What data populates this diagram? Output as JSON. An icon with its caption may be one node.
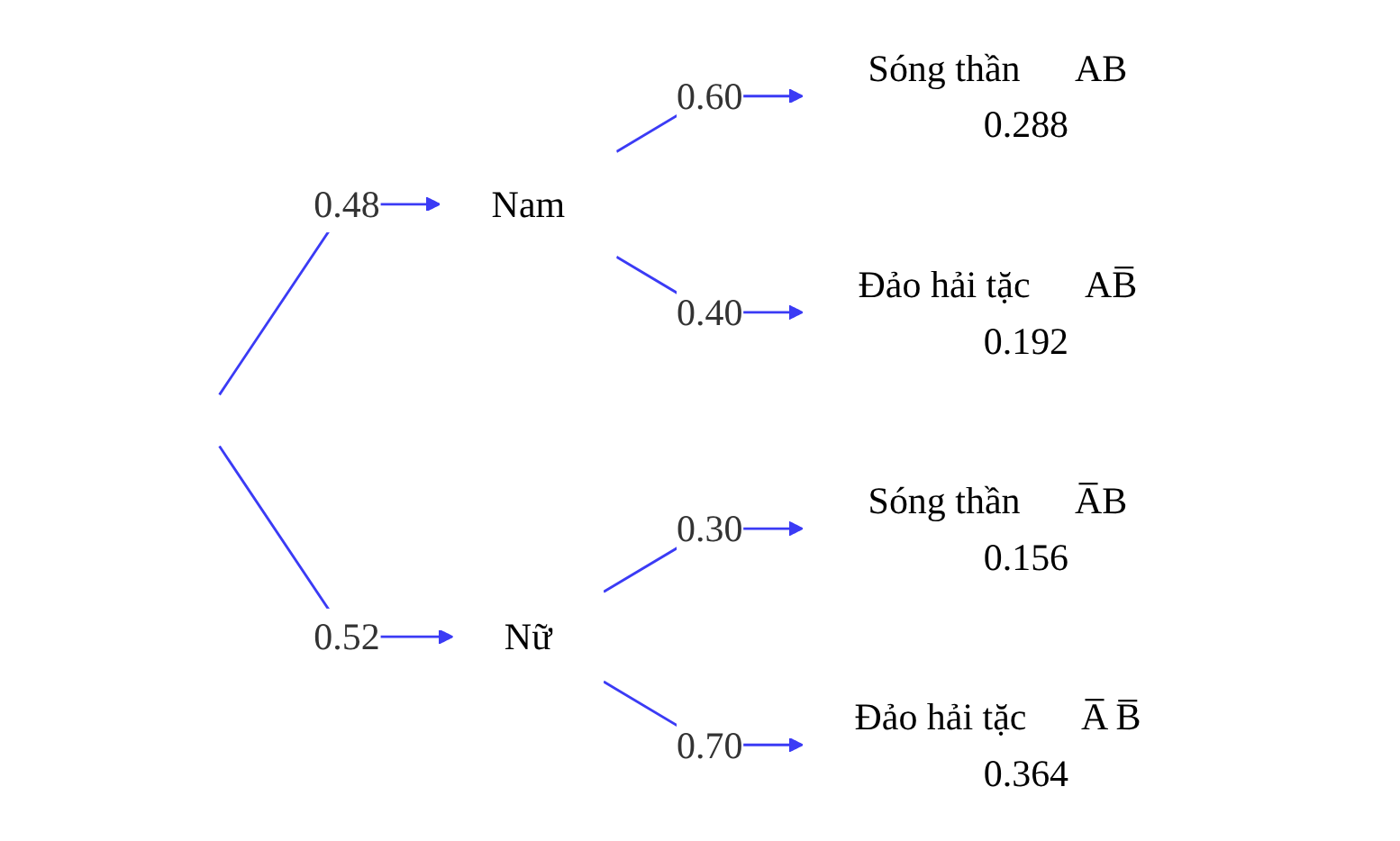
{
  "diagram": {
    "nodes": [
      {
        "text": [
          "Nam"
        ]
      },
      {
        "text": [
          "Nữ"
        ]
      },
      {
        "text": [
          "Sóng thần"
        ],
        "beside": [
          "AB",
          "0.288"
        ]
      },
      {
        "text": [
          "Đảo hải tặc"
        ],
        "beside": [
          "AB̅",
          "0.192"
        ]
      },
      {
        "text": [
          "Sóng thần"
        ],
        "beside": [
          "A̅B",
          "0.156"
        ]
      },
      {
        "text": [
          "Đảo hải tặc"
        ],
        "beside": [
          "A̅ B̅",
          "0.364"
        ]
      }
    ],
    "edges": [
      {
        "from": null,
        "to": 0,
        "arrow": "to",
        "label": "0.48"
      },
      {
        "from": null,
        "to": 1,
        "arrow": "to",
        "label": "0.52"
      },
      {
        "from": 0,
        "to": 2,
        "arrow": "to",
        "label": "0.60"
      },
      {
        "from": 0,
        "to": 3,
        "arrow": "to",
        "label": "0.40"
      },
      {
        "from": 1,
        "to": 4,
        "arrow": "to",
        "label": "0.30"
      },
      {
        "from": 1,
        "to": 5,
        "arrow": "to",
        "label": "0.70"
      }
    ]
  }
}
